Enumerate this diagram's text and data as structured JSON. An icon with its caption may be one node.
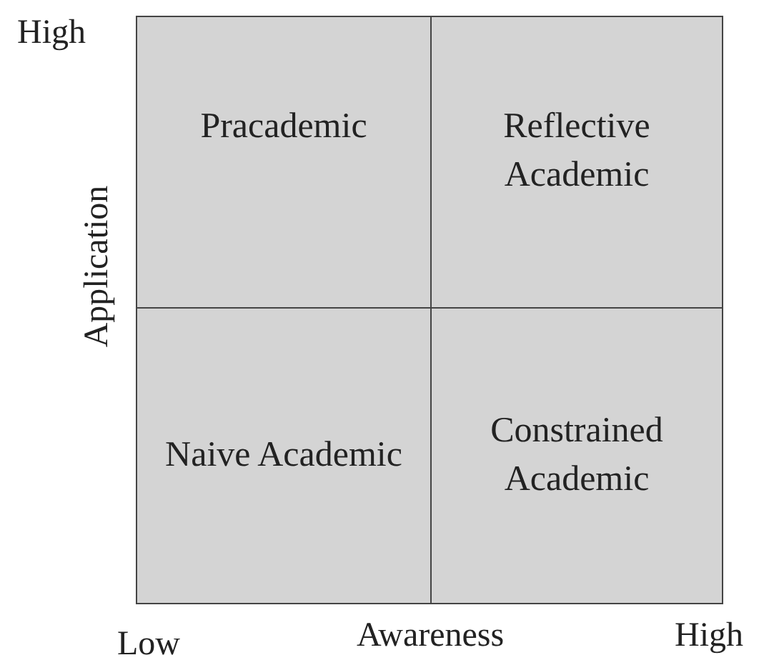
{
  "diagram": {
    "nodes": [
      {
        "text": [
          "Pracademic"
        ]
      },
      {
        "text": [
          "Reflective Academic"
        ]
      },
      {
        "text": [
          "Naive Academic"
        ]
      },
      {
        "text": [
          "Constrained Academic"
        ]
      }
    ],
    "labels": [
      "High",
      "Application",
      "Low",
      "Awareness",
      "High"
    ]
  }
}
